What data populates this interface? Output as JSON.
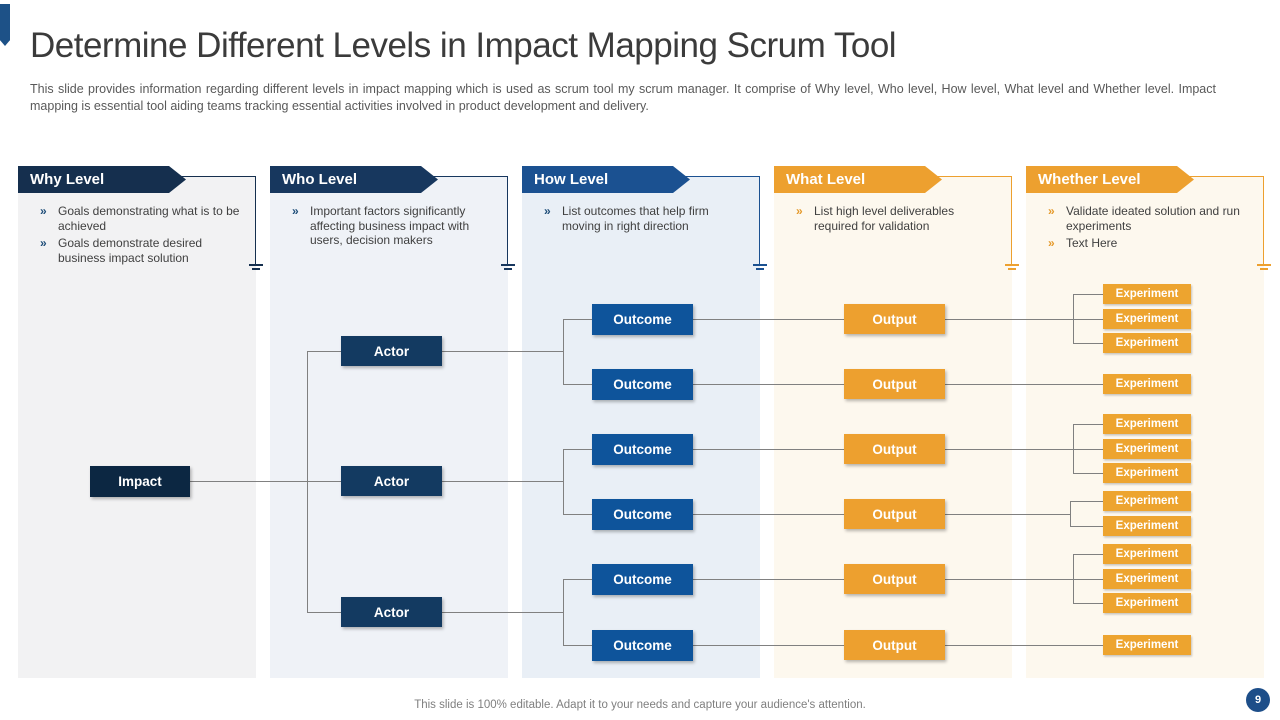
{
  "slide": {
    "title": "Determine Different Levels in Impact Mapping Scrum Tool",
    "description": "This slide provides information regarding different levels in impact mapping which is used as scrum tool my scrum manager. It comprise of Why level, Who level, How level, What level and Whether level. Impact mapping is essential tool aiding teams tracking essential activities involved in product development and delivery.",
    "footer": "This slide is 100% editable. Adapt it to your needs and capture your audience's attention.",
    "page_number": "9"
  },
  "columns": [
    {
      "label": "Why Level",
      "banner_color": "#152F4E",
      "bg_color": "#F2F2F3",
      "bullet_color": "#1F4E79",
      "bullets": [
        "Goals demonstrating what is to be achieved",
        "Goals demonstrate desired business impact solution"
      ]
    },
    {
      "label": "Who Level",
      "banner_color": "#17375E",
      "bg_color": "#EFF2F7",
      "bullet_color": "#1F4E79",
      "bullets": [
        "Important factors significantly affecting business impact with users, decision makers"
      ]
    },
    {
      "label": "How Level",
      "banner_color": "#1B5191",
      "bg_color": "#E9EFF6",
      "bullet_color": "#1F4E79",
      "bullets": [
        "List outcomes that help firm moving in right direction"
      ]
    },
    {
      "label": "What Level",
      "banner_color": "#EDA02F",
      "bg_color": "#FDF8EE",
      "bullet_color": "#E59A2C",
      "bullets": [
        "List high level deliverables required for validation"
      ]
    },
    {
      "label": "Whether Level",
      "banner_color": "#EDA02F",
      "bg_color": "#FDF8EE",
      "bullet_color": "#E59A2C",
      "bullets": [
        "Validate ideated solution and run experiments",
        "Text Here"
      ]
    }
  ],
  "diagram": {
    "impact_label": "Impact",
    "actor_label": "Actor",
    "outcome_label": "Outcome",
    "output_label": "Output",
    "experiment_label": "Experiment",
    "actor_count": 3,
    "outcomes_per_actor": 2,
    "experiment_groups": [
      3,
      1,
      3,
      2,
      3,
      1
    ]
  },
  "colors": {
    "accent_bar": "#1D5187",
    "impact_fill": "#0C2742",
    "actor_fill": "#133A61",
    "outcome_fill": "#0E549B",
    "output_fill": "#EDA02F",
    "experiment_fill": "#EDA42F",
    "connector": "#808080",
    "page_badge": "#1D4E89"
  }
}
